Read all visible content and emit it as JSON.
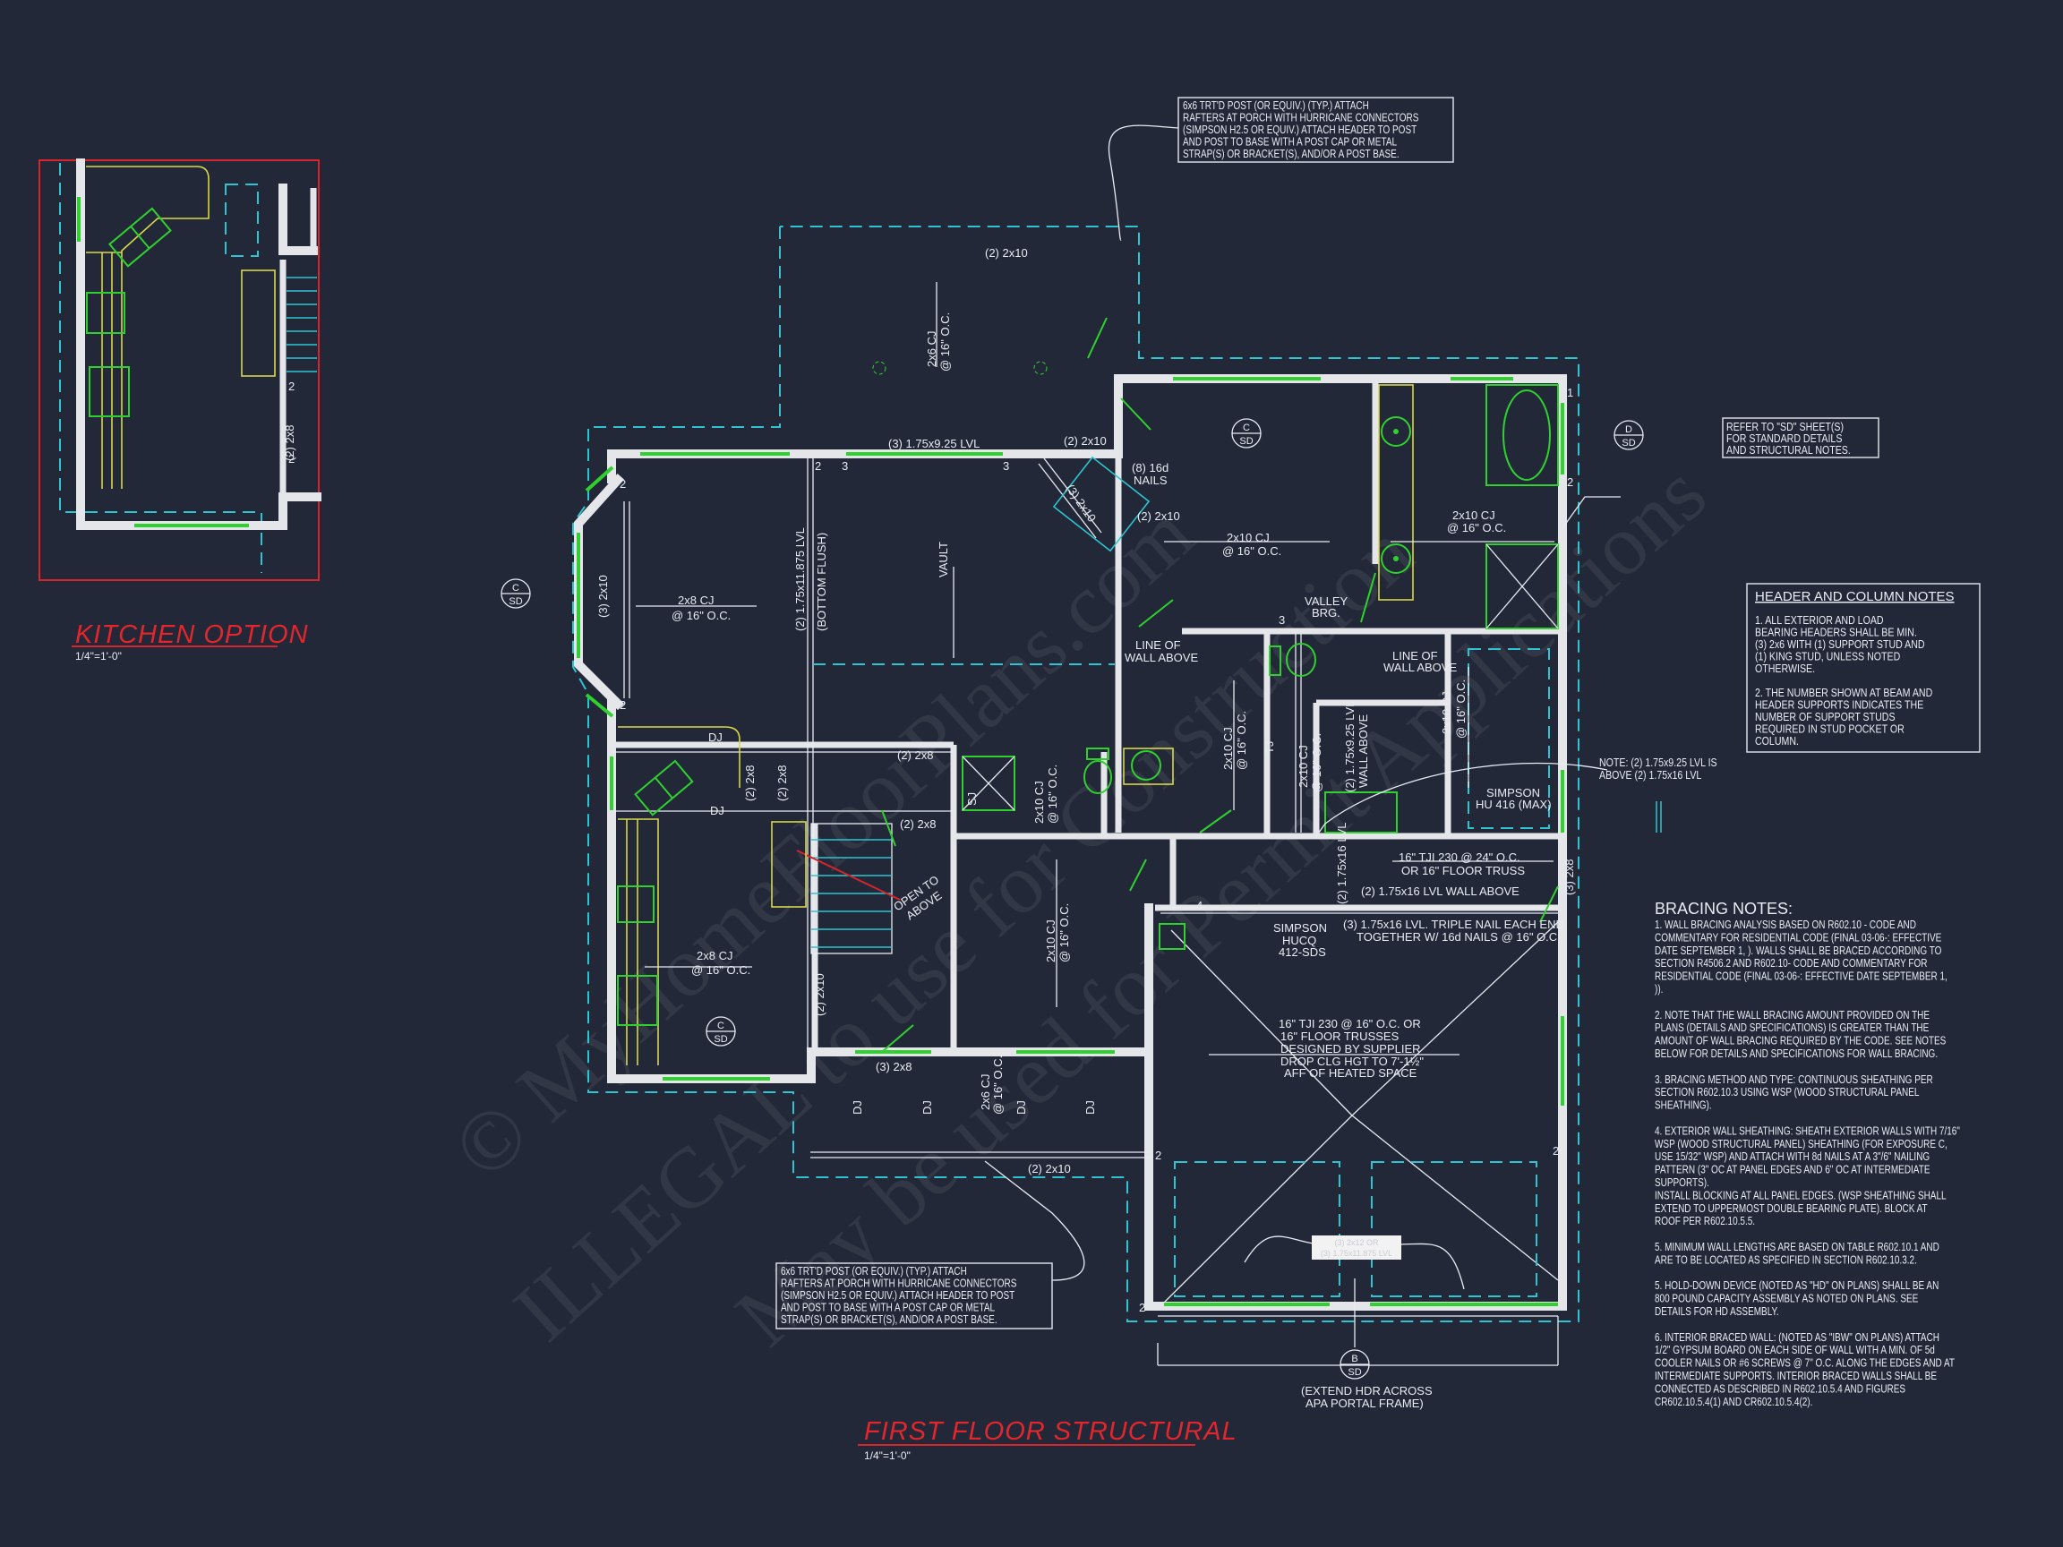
{
  "colors": {
    "background": "#232838",
    "walls": "#e4e6ea",
    "windows_fixtures": "#2fd12f",
    "cabinets": "#d8d84a",
    "dashed_outline": "#2fc4cf",
    "titles": "#e3262c"
  },
  "watermark": [
    "© MyHomeFloorPlans.com",
    "ILLEGAL to use for Construction",
    "May be used for Permit Applications"
  ],
  "main_title": {
    "label": "FIRST FLOOR STRUCTURAL",
    "scale": "1/4\"=1'-0\""
  },
  "kitchen_option": {
    "label": "KITCHEN OPTION",
    "scale": "1/4\"=1'-0\"",
    "labels": {
      "hdr": "(2) 2x8",
      "n1": "2",
      "n2": "2"
    }
  },
  "top_callout": [
    "6x6 TRT'D POST (OR EQUIV.) (TYP.) ATTACH",
    "RAFTERS AT PORCH WITH HURRICANE CONNECTORS",
    "(SIMPSON H2.5 OR EQUIV.) ATTACH HEADER TO POST",
    "AND POST TO BASE WITH A POST CAP OR METAL",
    "STRAP(S) OR BRACKET(S), AND/OR A POST BASE."
  ],
  "bottom_callout": [
    "6x6 TRT'D POST (OR EQUIV.) (TYP.) ATTACH",
    "RAFTERS AT PORCH WITH HURRICANE CONNECTORS",
    "(SIMPSON H2.5 OR EQUIV.) ATTACH HEADER TO POST",
    "AND POST TO BASE WITH A POST CAP OR METAL",
    "STRAP(S) OR BRACKET(S), AND/OR A POST BASE."
  ],
  "refer_note": [
    "REFER TO \"SD\" SHEET(S)",
    "FOR STANDARD DETAILS",
    "AND STRUCTURAL NOTES."
  ],
  "header_notes": {
    "title": "HEADER AND COLUMN NOTES",
    "lines": [
      "1. ALL EXTERIOR AND LOAD",
      "BEARING HEADERS SHALL BE MIN.",
      "(3) 2x6 WITH (1) SUPPORT STUD AND",
      "(1) KING STUD, UNLESS NOTED",
      "OTHERWISE.",
      "",
      "2. THE NUMBER SHOWN AT BEAM AND",
      "HEADER SUPPORTS INDICATES THE",
      "NUMBER OF SUPPORT STUDS",
      "REQUIRED IN STUD POCKET OR",
      "COLUMN."
    ]
  },
  "right_note": [
    "NOTE: (2) 1.75x9.25 LVL IS",
    "ABOVE (2) 1.75x16 LVL"
  ],
  "bracing_notes": {
    "title": "BRACING NOTES:",
    "lines": [
      "1. WALL BRACING ANALYSIS BASED ON R602.10 - CODE AND",
      "COMMENTARY FOR  RESIDENTIAL CODE (FINAL 03-06-: EFFECTIVE",
      "DATE SEPTEMBER 1, ). WALLS SHALL BE BRACED ACCORDING TO",
      "SECTION R4506.2 AND R602.10- CODE AND COMMENTARY FOR",
      "RESIDENTIAL CODE (FINAL 03-06-: EFFECTIVE DATE SEPTEMBER 1,",
      ")).",
      "",
      "2. NOTE THAT THE WALL BRACING AMOUNT PROVIDED ON THE",
      "PLANS (DETAILS AND SPECIFICATIONS) IS GREATER THAN THE",
      "AMOUNT OF WALL BRACING REQUIRED BY THE CODE. SEE NOTES",
      "BELOW FOR DETAILS AND SPECIFICATIONS FOR WALL BRACING.",
      "",
      "3. BRACING METHOD AND TYPE: CONTINUOUS SHEATHING PER",
      "SECTION R602.10.3 USING WSP (WOOD STRUCTURAL PANEL",
      "SHEATHING).",
      "",
      "4. EXTERIOR WALL SHEATHING: SHEATH EXTERIOR WALLS WITH 7/16\"",
      "WSP (WOOD STRUCTURAL PANEL) SHEATHING (FOR EXPOSURE C,",
      "USE 15/32\" WSP) AND ATTACH WITH 8d NAILS AT A 3\"/6\" NAILING",
      "PATTERN (3\" OC AT PANEL EDGES AND 6\" OC AT INTERMEDIATE",
      "SUPPORTS).",
      "INSTALL BLOCKING AT ALL PANEL EDGES. (WSP SHEATHING SHALL",
      "EXTEND TO UPPERMOST DOUBLE BEARING PLATE). BLOCK AT",
      "ROOF PER R602.10.5.5.",
      "",
      "5. MINIMUM WALL LENGTHS ARE BASED ON TABLE R602.10.1 AND",
      "ARE TO BE LOCATED AS SPECIFIED IN SECTION R602.10.3.2.",
      "",
      "5. HOLD-DOWN DEVICE (NOTED AS \"HD\" ON PLANS) SHALL BE AN",
      "800 POUND CAPACITY ASSEMBLY AS NOTED ON PLANS. SEE",
      "DETAILS FOR HD ASSEMBLY.",
      "",
      "6. INTERIOR BRACED WALL: (NOTED AS \"IBW\" ON PLANS) ATTACH",
      "1/2\" GYPSUM BOARD ON EACH SIDE OF WALL WITH A MIN. OF 5d",
      "COOLER NAILS OR #6 SCREWS @ 7\" O.C. ALONG THE EDGES AND AT",
      "INTERMEDIATE SUPPORTS.  INTERIOR BRACED WALLS SHALL BE",
      "CONNECTED AS DESCRIBED IN R602.10.5.4 AND FIGURES",
      "CR602.10.5.4(1) AND CR602.10.5.4(2)."
    ]
  },
  "plan_labels": {
    "porch_hdr": "(2) 2x10",
    "porch_cj": "2x6 CJ",
    "porch_cj2": "@ 16\" O.C.",
    "lvl_top": "(3) 1.75x9.25 LVL",
    "hdr_2x10a": "(2) 2x10",
    "nails": "(8) 16d",
    "nails2": "NAILS",
    "hdr_2x10b": "(2) 2x10",
    "diag_hdr": "(3) 2x10",
    "bay_hdr": "(3) 2x10",
    "fam_cj": "2x8 CJ",
    "oc": "@ 16\" O.C.",
    "beam": "(2) 1.75x11.875 LVL",
    "flush": "(BOTTOM FLUSH)",
    "vault": "VAULT",
    "bed_cj": "2x10 CJ",
    "bath_cj": "2x10 CJ",
    "valley": "VALLEY",
    "brg": "BRG.",
    "low1": "LINE OF",
    "low2": "WALL ABOVE",
    "dj": "DJ",
    "k_hdr": "(2) 2x8",
    "hall_hdr": "(2) 2x8",
    "sj": "SJ",
    "hall_cj": "2x10 CJ",
    "tj": "TJ",
    "lvl_above": "(2) 1.75x9.25 LVL",
    "wall_above": "WALL ABOVE",
    "simpson_hu": "SIMPSON",
    "hu416": "HU 416 (MAX)",
    "tji24": "16\" TJI 230 @ 24\" O.C.",
    "truss": "OR 16\" FLOOR TRUSS",
    "lvl16": "(2) 1.75x16 LVL  WALL ABOVE",
    "lvl16v": "(2) 1.75x16 LVL",
    "hdr3x8": "(3) 2x8",
    "simpson_hucq": "SIMPSON",
    "hucq": "HUCQ",
    "sds": "412-SDS",
    "triple1": "(3) 1.75x16 LVL. TRIPLE NAIL EACH END",
    "triple2": "TOGETHER W/ 16d NAILS @ 16\" O.C.",
    "open1": "OPEN TO",
    "open2": "ABOVE",
    "kit_cj": "2x8 CJ",
    "stair_hdr": "(2) 2x10",
    "great_cj": "2x10 CJ",
    "porch2_hdr": "(3) 2x8",
    "porch2_cj": "2x6 CJ",
    "porch2_beam": "(2) 2x10",
    "g1": "16\" TJI 230 @ 16\" O.C. OR",
    "g2": "16\" FLOOR TRUSSES",
    "g3": "DESIGNED BY SUPPLIER",
    "g4": "DROP CLG HGT TO 7'-1½\"",
    "g5": "AFF OF HEATED SPACE",
    "garage_hdr1": "(3) 2x12 OR",
    "garage_hdr2": "(3) 1.75x11.875 LVL",
    "extend1": "(EXTEND HDR ACROSS",
    "extend2": "APA PORTAL FRAME)",
    "n2": "2",
    "n3": "2",
    "n4": "3",
    "n5": "4",
    "n1": "1"
  },
  "section_markers": [
    {
      "letter": "C",
      "sheet": "SD"
    },
    {
      "letter": "C",
      "sheet": "SD"
    },
    {
      "letter": "D",
      "sheet": "SD"
    },
    {
      "letter": "C",
      "sheet": "SD"
    },
    {
      "letter": "B",
      "sheet": "SD"
    }
  ]
}
